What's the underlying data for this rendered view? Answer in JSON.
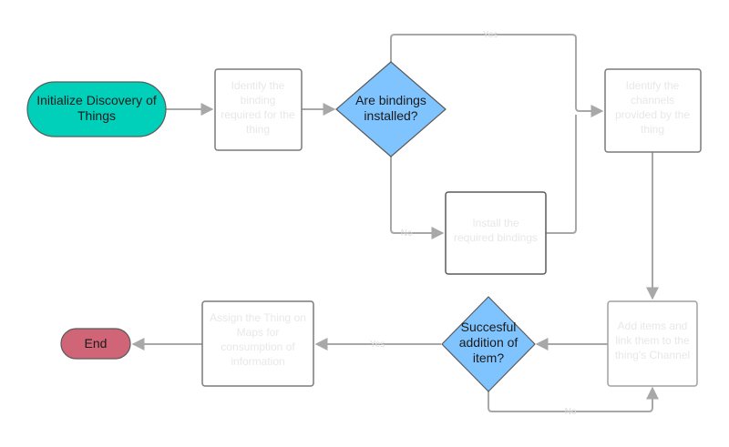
{
  "colors": {
    "start": "#00cfba",
    "decision": "#80c4ff",
    "end": "#cf6577",
    "edge": "#a8a8a8",
    "box_border": "#7a7a7a"
  },
  "nodes": {
    "start": {
      "line1": "Initialize Discovery of",
      "line2": "Things"
    },
    "identify_binding": {
      "line1": "Identify the",
      "line2": "binding",
      "line3": "required for the",
      "line4": "thing"
    },
    "decision_bindings": {
      "line1": "Are bindings",
      "line2": "installed?"
    },
    "install_bindings": {
      "line1": "Install the",
      "line2": "required bindings"
    },
    "identify_channels": {
      "line1": "Identify the",
      "line2": "channels",
      "line3": "provided by the",
      "line4": "thing"
    },
    "add_items": {
      "line1": "Add items and",
      "line2": "link them to the",
      "line3": "thing's Channel"
    },
    "decision_item": {
      "line1": "Succesful",
      "line2": "addition of",
      "line3": "item?"
    },
    "assign_thing": {
      "line1": "Assign the Thing on",
      "line2": "Maps for",
      "line3": "consumption of",
      "line4": "information"
    },
    "end": {
      "label": "End"
    }
  },
  "edge_labels": {
    "yes_top": "Yes",
    "no_bindings": "No",
    "yes_item": "Yes",
    "no_item": "No"
  }
}
